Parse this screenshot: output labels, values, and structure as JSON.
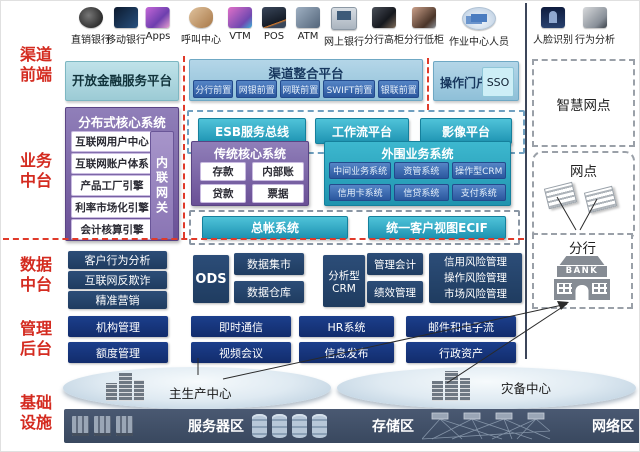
{
  "sections": [
    {
      "label": "渠道\n前端"
    },
    {
      "label": "业务\n中台"
    },
    {
      "label": "数据\n中台"
    },
    {
      "label": "管理\n后台"
    },
    {
      "label": "基础\n设施"
    }
  ],
  "channels": [
    {
      "label": "直销银行",
      "icon": "direct-bank-icon"
    },
    {
      "label": "移动银行",
      "icon": "mobile-bank-icon"
    },
    {
      "label": "Apps",
      "icon": "apps-icon"
    },
    {
      "label": "呼叫中心",
      "icon": "call-center-icon"
    },
    {
      "label": "VTM",
      "icon": "vtm-icon"
    },
    {
      "label": "POS",
      "icon": "pos-icon"
    },
    {
      "label": "ATM",
      "icon": "atm-icon"
    },
    {
      "label": "网上银行",
      "icon": "online-bank-icon"
    },
    {
      "label": "分行高柜",
      "icon": "branch-high-counter-icon"
    },
    {
      "label": "分行低柜",
      "icon": "branch-low-counter-icon"
    },
    {
      "label": "作业中心人员",
      "icon": "operation-center-staff-icon"
    },
    {
      "label": "人脸识别",
      "icon": "face-recognition-icon"
    },
    {
      "label": "行为分析",
      "icon": "behavior-analysis-icon"
    }
  ],
  "frontend": {
    "open_platform": "开放金融服务平台",
    "distributed_core": {
      "title": "分布式核心系统",
      "items": [
        "互联网用户中心",
        "互联网账户体系",
        "产品工厂引擎",
        "利率市场化引擎",
        "会计核算引擎"
      ],
      "gateway": "内联网关"
    },
    "integration": {
      "title": "渠道整合平台",
      "fronts": [
        "分行前置",
        "网银前置",
        "网联前置",
        "SWIFT前置",
        "银联前置"
      ]
    },
    "portal": {
      "label": "操作门户",
      "sso": "SSO"
    },
    "bus": [
      "ESB服务总线",
      "工作流平台",
      "影像平台"
    ]
  },
  "business": {
    "traditional": {
      "title": "传统核心系统",
      "items": [
        "存款",
        "内部账",
        "贷款",
        "票据"
      ]
    },
    "peripheral": {
      "title": "外围业务系统",
      "items": [
        "中间业务系统",
        "资管系统",
        "操作型CRM",
        "信用卡系统",
        "信贷系统",
        "支付系统"
      ]
    },
    "ledger": "总帐系统",
    "ecif": "统一客户视图ECIF"
  },
  "data_layer": {
    "stack": [
      "客户行为分析",
      "互联网反欺诈",
      "精准营销"
    ],
    "ods": "ODS",
    "marts": [
      "数据集市",
      "数据仓库"
    ],
    "crm": "分析型CRM",
    "mgmt": [
      "管理会计",
      "绩效管理"
    ],
    "risk": [
      "信用风险管理",
      "操作风险管理",
      "市场风险管理"
    ]
  },
  "admin": {
    "row1": [
      "机构管理",
      "即时通信",
      "HR系统",
      "邮件和电子流"
    ],
    "row2": [
      "额度管理",
      "视频会议",
      "信息发布",
      "行政资产"
    ]
  },
  "infra": {
    "primary_center": "主生产中心",
    "dr_center": "灾备中心",
    "server_zone": "服务器区",
    "storage_zone": "存储区",
    "network_zone": "网络区"
  },
  "right_col": {
    "smart_outlet": "智慧网点",
    "outlet": "网点",
    "branch": "分行",
    "bank_sign": "BANK"
  },
  "colors": {
    "section_red": "#d42b20",
    "dashed_red": "#e03a2a",
    "light_teal": "#a9d6de",
    "purple": "#7a5fa8",
    "light_blue": "#a4cfe2",
    "front_blue": "#2f5fae",
    "teal": "#2aa3bd",
    "dark_slate": "#25456d",
    "navy": "#15357e",
    "zone_gray_blue": "#414f69"
  }
}
